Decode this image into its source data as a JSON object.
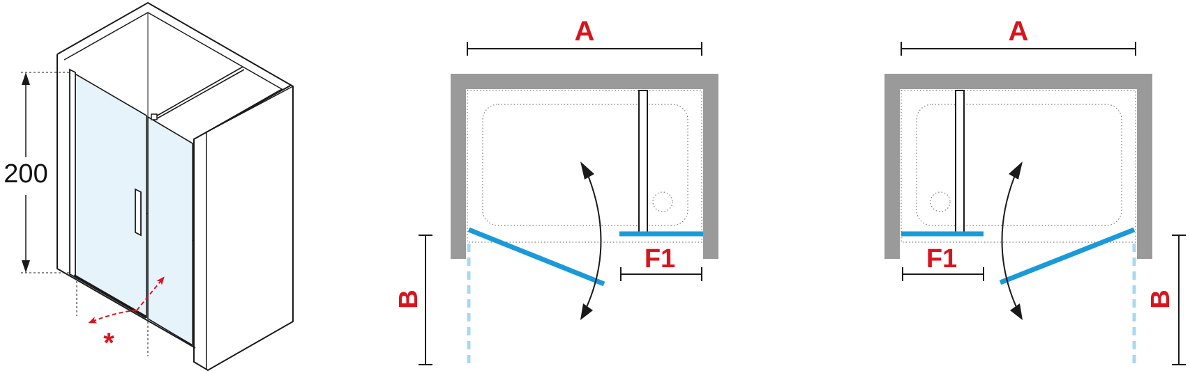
{
  "iso_view": {
    "height_label": "200",
    "asterisk": "*"
  },
  "plan_left": {
    "label_a": "A",
    "label_f1": "F1",
    "label_b": "B"
  },
  "plan_right": {
    "label_a": "A",
    "label_f1": "F1",
    "label_b": "B"
  },
  "colors": {
    "label_red": "#d9141d",
    "glass_blue": "#1a9ad8",
    "glass_light": "#e7f3fb",
    "wall_gray": "#9a9a9a",
    "outline": "#1a1a1a"
  }
}
